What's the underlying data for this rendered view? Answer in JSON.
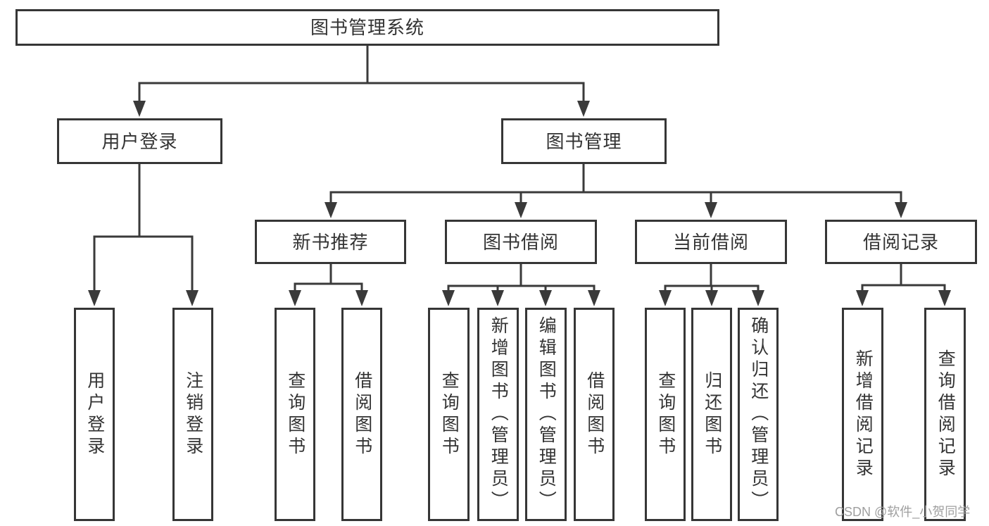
{
  "tree": {
    "label": "图书管理系统",
    "children": [
      {
        "label": "用户登录",
        "children": [
          {
            "label": "用户登录"
          },
          {
            "label": "注销登录"
          }
        ]
      },
      {
        "label": "图书管理",
        "children": [
          {
            "label": "新书推荐",
            "children": [
              {
                "label": "查询图书"
              },
              {
                "label": "借阅图书"
              }
            ]
          },
          {
            "label": "图书借阅",
            "children": [
              {
                "label": "查询图书"
              },
              {
                "label": "新增图书（管理员）"
              },
              {
                "label": "编辑图书（管理员）"
              },
              {
                "label": "借阅图书"
              }
            ]
          },
          {
            "label": "当前借阅",
            "children": [
              {
                "label": "查询图书"
              },
              {
                "label": "归还图书"
              },
              {
                "label": "确认归还（管理员）"
              }
            ]
          },
          {
            "label": "借阅记录",
            "children": [
              {
                "label": "新增借阅记录"
              },
              {
                "label": "查询借阅记录"
              }
            ]
          }
        ]
      }
    ]
  },
  "watermark": "CSDN @软件_小贺同学",
  "colors": {
    "line": "#3a3a3a",
    "box_border": "#363636",
    "text": "#333333",
    "watermark": "#9f9f9f",
    "background": "#ffffff"
  }
}
